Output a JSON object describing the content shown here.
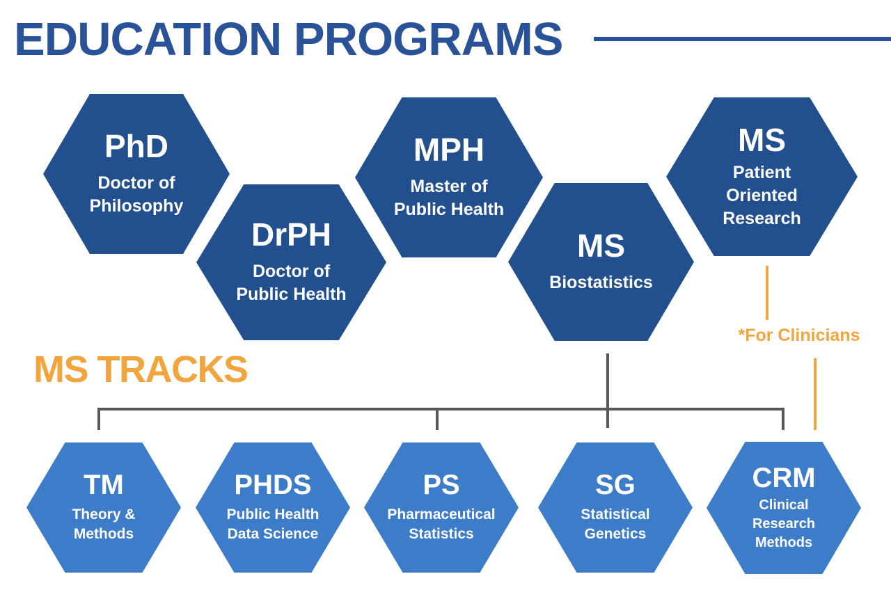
{
  "header": {
    "title": "EDUCATION PROGRAMS"
  },
  "programs": [
    {
      "acronym": "PhD",
      "name_lines": [
        "Doctor of",
        "Philosophy"
      ]
    },
    {
      "acronym": "DrPH",
      "name_lines": [
        "Doctor of",
        "Public Health"
      ]
    },
    {
      "acronym": "MPH",
      "name_lines": [
        "Master of",
        "Public Health"
      ]
    },
    {
      "acronym": "MS",
      "name_lines": [
        "Biostatistics"
      ]
    },
    {
      "acronym": "MS",
      "name_lines": [
        "Patient",
        "Oriented",
        "Research"
      ]
    }
  ],
  "tracks_section": {
    "heading": "MS TRACKS"
  },
  "tracks": [
    {
      "acronym": "TM",
      "name_lines": [
        "Theory &",
        "Methods"
      ]
    },
    {
      "acronym": "PHDS",
      "name_lines": [
        "Public Health",
        "Data Science"
      ]
    },
    {
      "acronym": "PS",
      "name_lines": [
        "Pharmaceutical",
        "Statistics"
      ]
    },
    {
      "acronym": "SG",
      "name_lines": [
        "Statistical",
        "Genetics"
      ]
    },
    {
      "acronym": "CRM",
      "name_lines": [
        "Clinical",
        "Research",
        "Methods"
      ]
    }
  ],
  "annotation": {
    "for_clinicians": "*For Clinicians"
  },
  "colors": {
    "title_blue": "#2A5298",
    "hex_dark_blue": "#224F8D",
    "hex_light_blue": "#3D7CC9",
    "accent_orange": "#F2A43D",
    "connector_gray": "#58585A",
    "text_white": "#FFFFFF"
  }
}
